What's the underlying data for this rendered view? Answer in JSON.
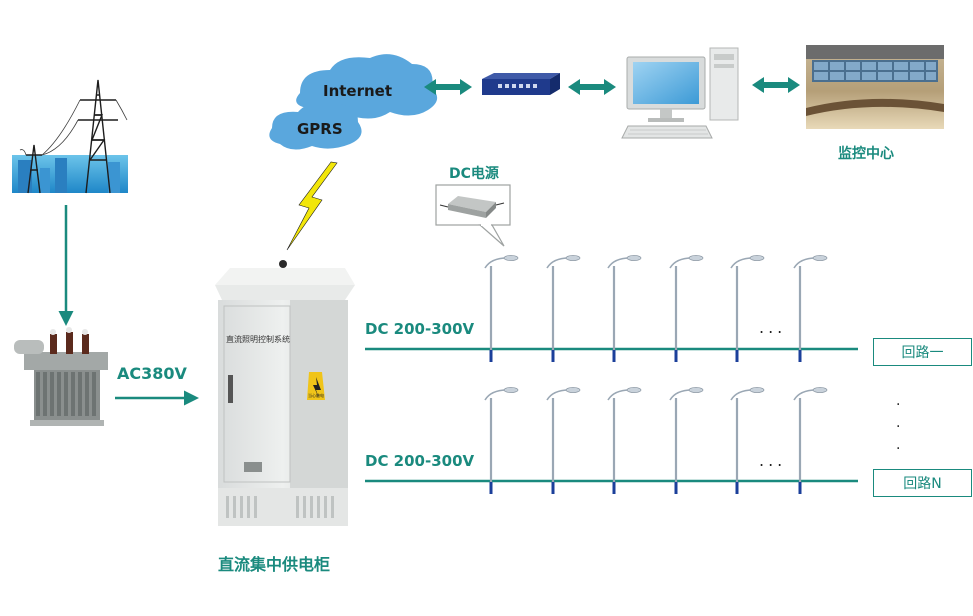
{
  "labels": {
    "internet": "Internet",
    "gprs": "GPRS",
    "dc_supply": "DC电源",
    "monitoring_center": "监控中心",
    "ac_voltage": "AC380V",
    "cabinet_name": "直流集中供电柜",
    "cabinet_plate": "直流照明控制系统",
    "dc_line_1": "DC 200-300V",
    "dc_line_2": "DC 200-300V",
    "loop_1": "回路一",
    "loop_n": "回路N",
    "hdots": "...",
    "vdots": ".\n.\n.",
    "warning_text": "当心触电"
  },
  "colors": {
    "teal": "#1a8a7e",
    "lightning": "#f2e60a",
    "cloud": "#5aa7dd",
    "pole_base": "#1b3f9a"
  },
  "icons": [
    "power-tower-icon",
    "transformer-icon",
    "cloud-icon",
    "network-switch-icon",
    "computer-icon",
    "control-room-icon",
    "dc-power-supply-icon",
    "lightning-icon",
    "cabinet-icon",
    "street-light-icon",
    "arrow-icon"
  ]
}
